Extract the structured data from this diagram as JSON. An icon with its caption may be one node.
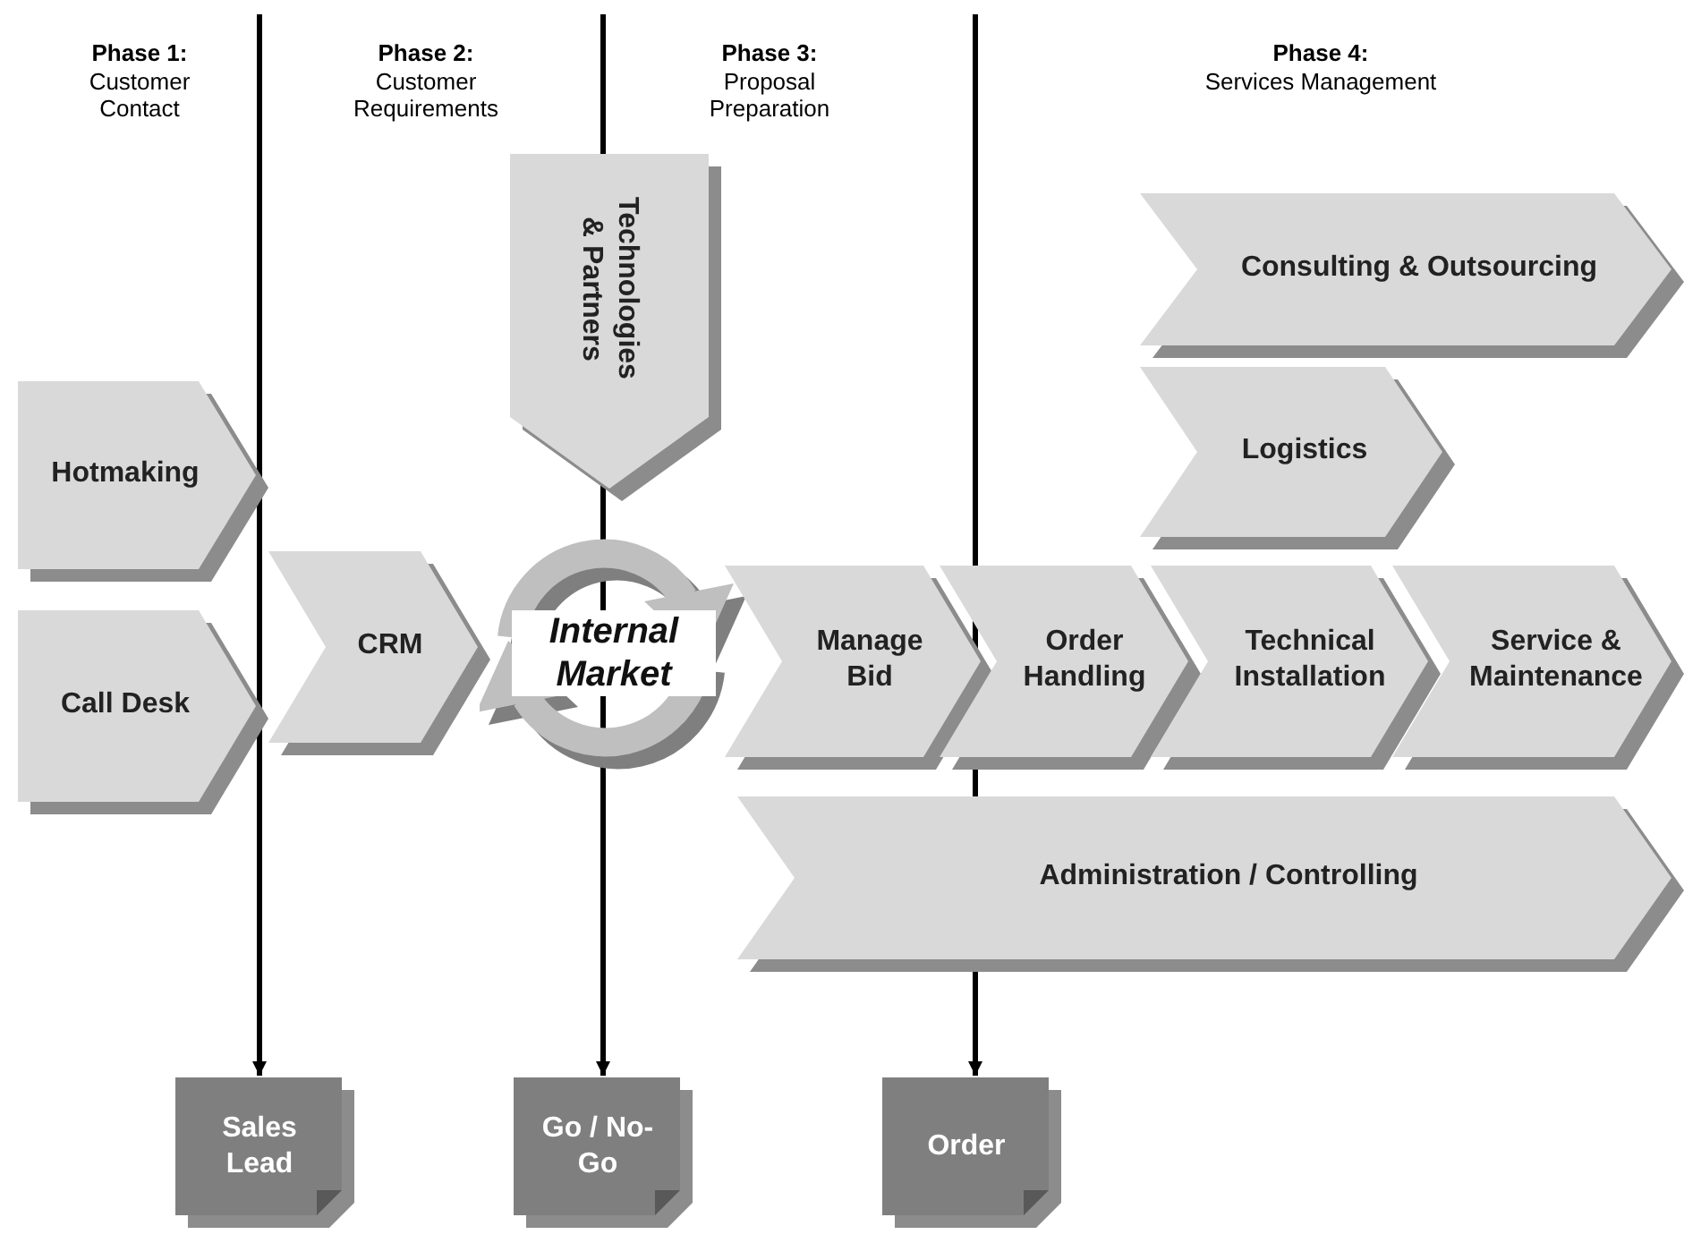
{
  "diagram": {
    "nodes": [
      {
        "text": [
          "Technologies & Partners"
        ]
      },
      {
        "text": [
          "Consulting & Outsourcing"
        ]
      },
      {
        "text": [
          "Logistics"
        ]
      },
      {
        "text": [
          "Hotmaking"
        ]
      },
      {
        "text": [
          "CRM"
        ]
      },
      {
        "text": [
          "Internal Market"
        ]
      },
      {
        "text": [
          "Manage Bid"
        ]
      },
      {
        "text": [
          "Order Handling"
        ]
      },
      {
        "text": [
          "Technical Installation"
        ]
      },
      {
        "text": [
          "Service & Maintenance"
        ]
      },
      {
        "text": [
          "Call Desk"
        ]
      },
      {
        "text": [
          "Administration / Controlling"
        ]
      },
      {
        "text": [
          "Sales Lead"
        ]
      },
      {
        "text": [
          "Go / No-Go"
        ]
      },
      {
        "text": [
          "Order"
        ]
      }
    ],
    "edges": [
      {
        "from": null,
        "to": 12,
        "arrow": "to"
      },
      {
        "from": null,
        "to": 13,
        "arrow": "to"
      },
      {
        "from": null,
        "to": 14,
        "arrow": "to"
      }
    ],
    "labels": [
      "Phase 1:",
      "Customer Contact",
      "Phase 2:",
      "Customer Requirements",
      "Phase 3:",
      "Proposal Preparation",
      "Phase 4:",
      "Services Management"
    ]
  }
}
